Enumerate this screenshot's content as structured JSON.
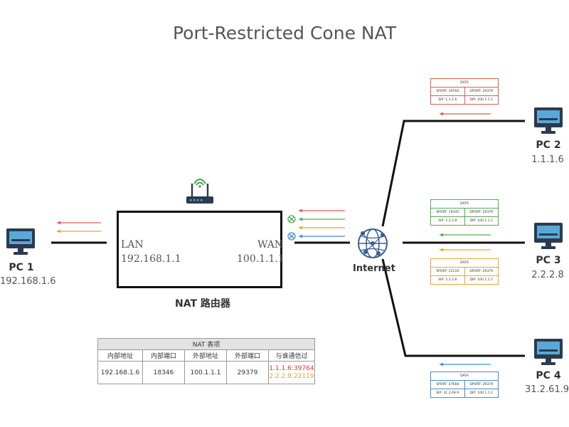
{
  "title": "Port-Restricted Cone NAT",
  "router": {
    "lan_label": "LAN",
    "lan_ip": "192.168.1.1",
    "wan_label": "WAN",
    "wan_ip": "100.1.1.1",
    "caption": "NAT 路由器"
  },
  "internet_label": "Internet",
  "pcs": [
    {
      "name": "PC 1",
      "ip": "192.168.1.6"
    },
    {
      "name": "PC 2",
      "ip": "1.1.1.6"
    },
    {
      "name": "PC 3",
      "ip": "2.2.2.8"
    },
    {
      "name": "PC 4",
      "ip": "31.2.61.9"
    }
  ],
  "packets": [
    {
      "color": "#e05c4f",
      "data": "DATA",
      "sport": "SPORT: 39764",
      "dport": "DPORT: 29379",
      "sip": "SIP: 1.1.1.6",
      "dip": "DIP: 100.1.1.1"
    },
    {
      "color": "#4fae4f",
      "data": "DATA",
      "sport": "SPORT: 19345",
      "dport": "DPORT: 29379",
      "sip": "SIP: 2.2.2.8",
      "dip": "DIP: 100.1.1.1"
    },
    {
      "color": "#f0a030",
      "data": "DATA",
      "sport": "SPORT: 22119",
      "dport": "DPORT: 29379",
      "sip": "SIP: 2.2.2.8",
      "dip": "DIP: 100.1.1.1"
    },
    {
      "color": "#3f8fd0",
      "data": "DATA",
      "sport": "SPORT: 47684",
      "dport": "DPORT: 29379",
      "sip": "SIP: 31.2.69.9",
      "dip": "DIP: 100.1.1.1"
    }
  ],
  "nat_table": {
    "title": "NAT 表项",
    "headers": [
      "内部地址",
      "内部端口",
      "外部地址",
      "外部端口",
      "与谁通信过"
    ],
    "row": {
      "internal_addr": "192.168.1.6",
      "internal_port": "18346",
      "external_addr": "100.1.1.1",
      "external_port": "29379",
      "peer1": "1.1.1.6:39764",
      "peer2": "2.2.2.8:22119"
    },
    "peer1_color": "#e03a2f",
    "peer2_color": "#f0a030"
  },
  "colors": {
    "red": "#e05c4f",
    "green": "#4fae4f",
    "orange": "#f0a030",
    "blue": "#3f8fd0",
    "monitor": "#2b3a4e",
    "screen": "#5aa8d8"
  },
  "icons": {
    "router": "wifi-router-icon",
    "pc": "desktop-monitor-icon",
    "internet": "globe-network-icon",
    "pass": "check-circle-icon",
    "block": "x-circle-icon"
  }
}
